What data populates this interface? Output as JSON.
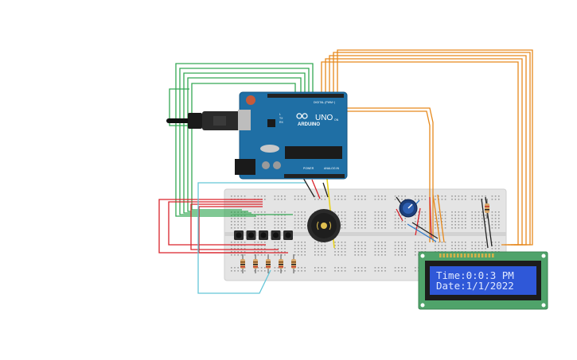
{
  "circuit": {
    "arduino": {
      "brand": "ARDUINO",
      "model": "UNO",
      "digital_header_label": "DIGITAL (PWM~)",
      "power_label": "POWER",
      "analog_label": "ANALOG IN",
      "led_labels": [
        "L",
        "TX",
        "RX"
      ],
      "on_label": "ON",
      "board_color": "#1f6fa5"
    },
    "lcd": {
      "line1": "Time:0:0:3 PM",
      "line2": "Date:1/1/2022",
      "pcb_color": "#4fa36a",
      "screen_color": "#2f58d8"
    },
    "breadboard": {
      "color": "#e4e4e4"
    },
    "pushbuttons": {
      "count": 5
    },
    "resistors": {
      "count": 5
    },
    "buzzer": {
      "present": true
    },
    "potentiometer": {
      "present": true
    },
    "wire_colors": {
      "green": "#34a853",
      "orange": "#e6891c",
      "red": "#d9232b",
      "cyan": "#63c6d8",
      "yellow": "#e8d21d",
      "blue": "#2d78c7",
      "black": "#222222"
    }
  }
}
